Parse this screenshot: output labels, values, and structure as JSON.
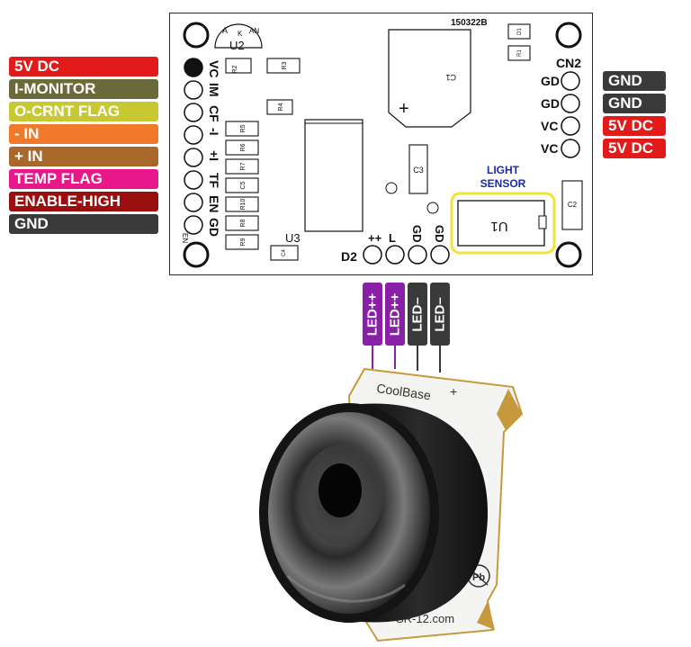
{
  "left_pins": [
    {
      "label": "5V DC",
      "color": "#e21a1a"
    },
    {
      "label": "I-MONITOR",
      "color": "#6b6a3b"
    },
    {
      "label": "O-CRNT FLAG",
      "color": "#c8c832"
    },
    {
      "label": "- IN",
      "color": "#f07a2a"
    },
    {
      "label": "+ IN",
      "color": "#a8682c"
    },
    {
      "label": "TEMP FLAG",
      "color": "#e8188a"
    },
    {
      "label": "ENABLE-HIGH",
      "color": "#9a1010"
    },
    {
      "label": "GND",
      "color": "#3a3a3a"
    }
  ],
  "right_pins": [
    {
      "label": "GND",
      "color": "#3a3a3a"
    },
    {
      "label": "GND",
      "color": "#3a3a3a"
    },
    {
      "label": "5V DC",
      "color": "#e21a1a"
    },
    {
      "label": "5V DC",
      "color": "#e21a1a"
    }
  ],
  "board": {
    "part_number": "150322B",
    "connector_name": "CN2",
    "light_sensor_label": "LIGHT\nSENSOR",
    "silk_left_header": [
      "VC",
      "IM",
      "CF",
      "-I",
      "+I",
      "TF",
      "EN",
      "GD"
    ],
    "silk_right_header": [
      "GD",
      "GD",
      "VC",
      "VC"
    ],
    "silk_bottom_header": [
      "++",
      "L",
      "GD",
      "GD"
    ],
    "refdes": {
      "u2": "U2",
      "u3": "U3",
      "u1": "U1",
      "c1": "C1",
      "c2": "C2",
      "c3": "C3",
      "c4": "C4",
      "c5": "C5",
      "d1": "D1",
      "d2": "D2",
      "r1": "R1",
      "r2": "R2",
      "r3": "R3",
      "r4": "R4",
      "r5": "R5",
      "r6": "R6",
      "r7": "R7",
      "r8": "R8",
      "r9": "R9",
      "r10": "R10",
      "u2_a": "A",
      "u2_k": "K",
      "u2_an": "AN",
      "c1_plus": "+",
      "en_mark": "EN"
    }
  },
  "led_wires": [
    {
      "label": "LED++",
      "color": "#8a1fa8"
    },
    {
      "label": "LED++",
      "color": "#8a1fa8"
    },
    {
      "label": "LED–",
      "color": "#3a3a3a"
    },
    {
      "label": "LED–",
      "color": "#3a3a3a"
    }
  ],
  "led_module": {
    "brand": "CoolBase",
    "plus": "+",
    "minus": "-",
    "website": "SR-12.com",
    "pb_mark": "Pb"
  },
  "colors": {
    "sensor_highlight": "#f2e23a",
    "sensor_text": "#1a2aa8",
    "lens_body": "#151515",
    "star_board": "#f4f4f2",
    "board_edge": "#c69a3c"
  }
}
